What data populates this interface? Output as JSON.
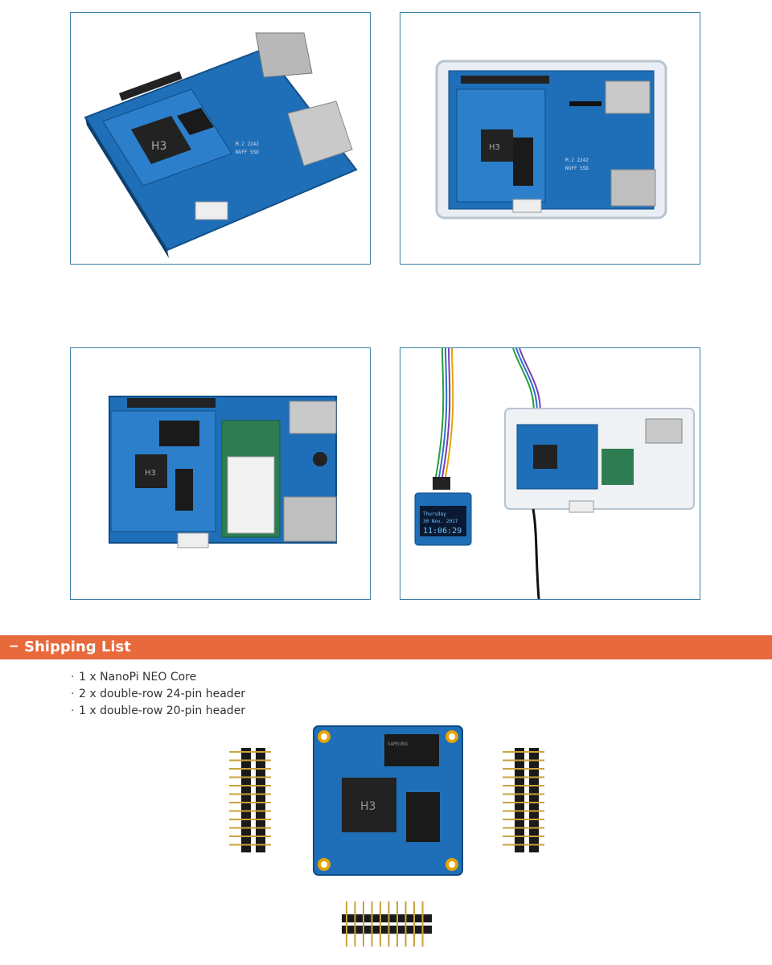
{
  "photos": [
    {
      "icon": "board-angle-photo"
    },
    {
      "icon": "board-in-case-photo"
    },
    {
      "icon": "board-top-ssd-photo"
    },
    {
      "icon": "oled-display-demo-photo"
    }
  ],
  "oled": {
    "line1": "Thursday",
    "line2": "30 Nov. 2017",
    "time": "11:06:29"
  },
  "board_labels": {
    "chip": "H3",
    "ram_brand": "SAMSUNG",
    "m2_line1": "M.2 2242",
    "m2_line2": "NGFF SSD"
  },
  "shipping": {
    "title": "Shipping List",
    "dash": "–",
    "bullet": "·",
    "items": [
      "1 x NanoPi NEO Core",
      "2 x double-row 24-pin header",
      "1 x double-row 20-pin header"
    ]
  },
  "colors": {
    "accent_bar": "#e8693c",
    "frame_border": "#3a7fa8",
    "pcb_blue": "#1f6fb8"
  }
}
